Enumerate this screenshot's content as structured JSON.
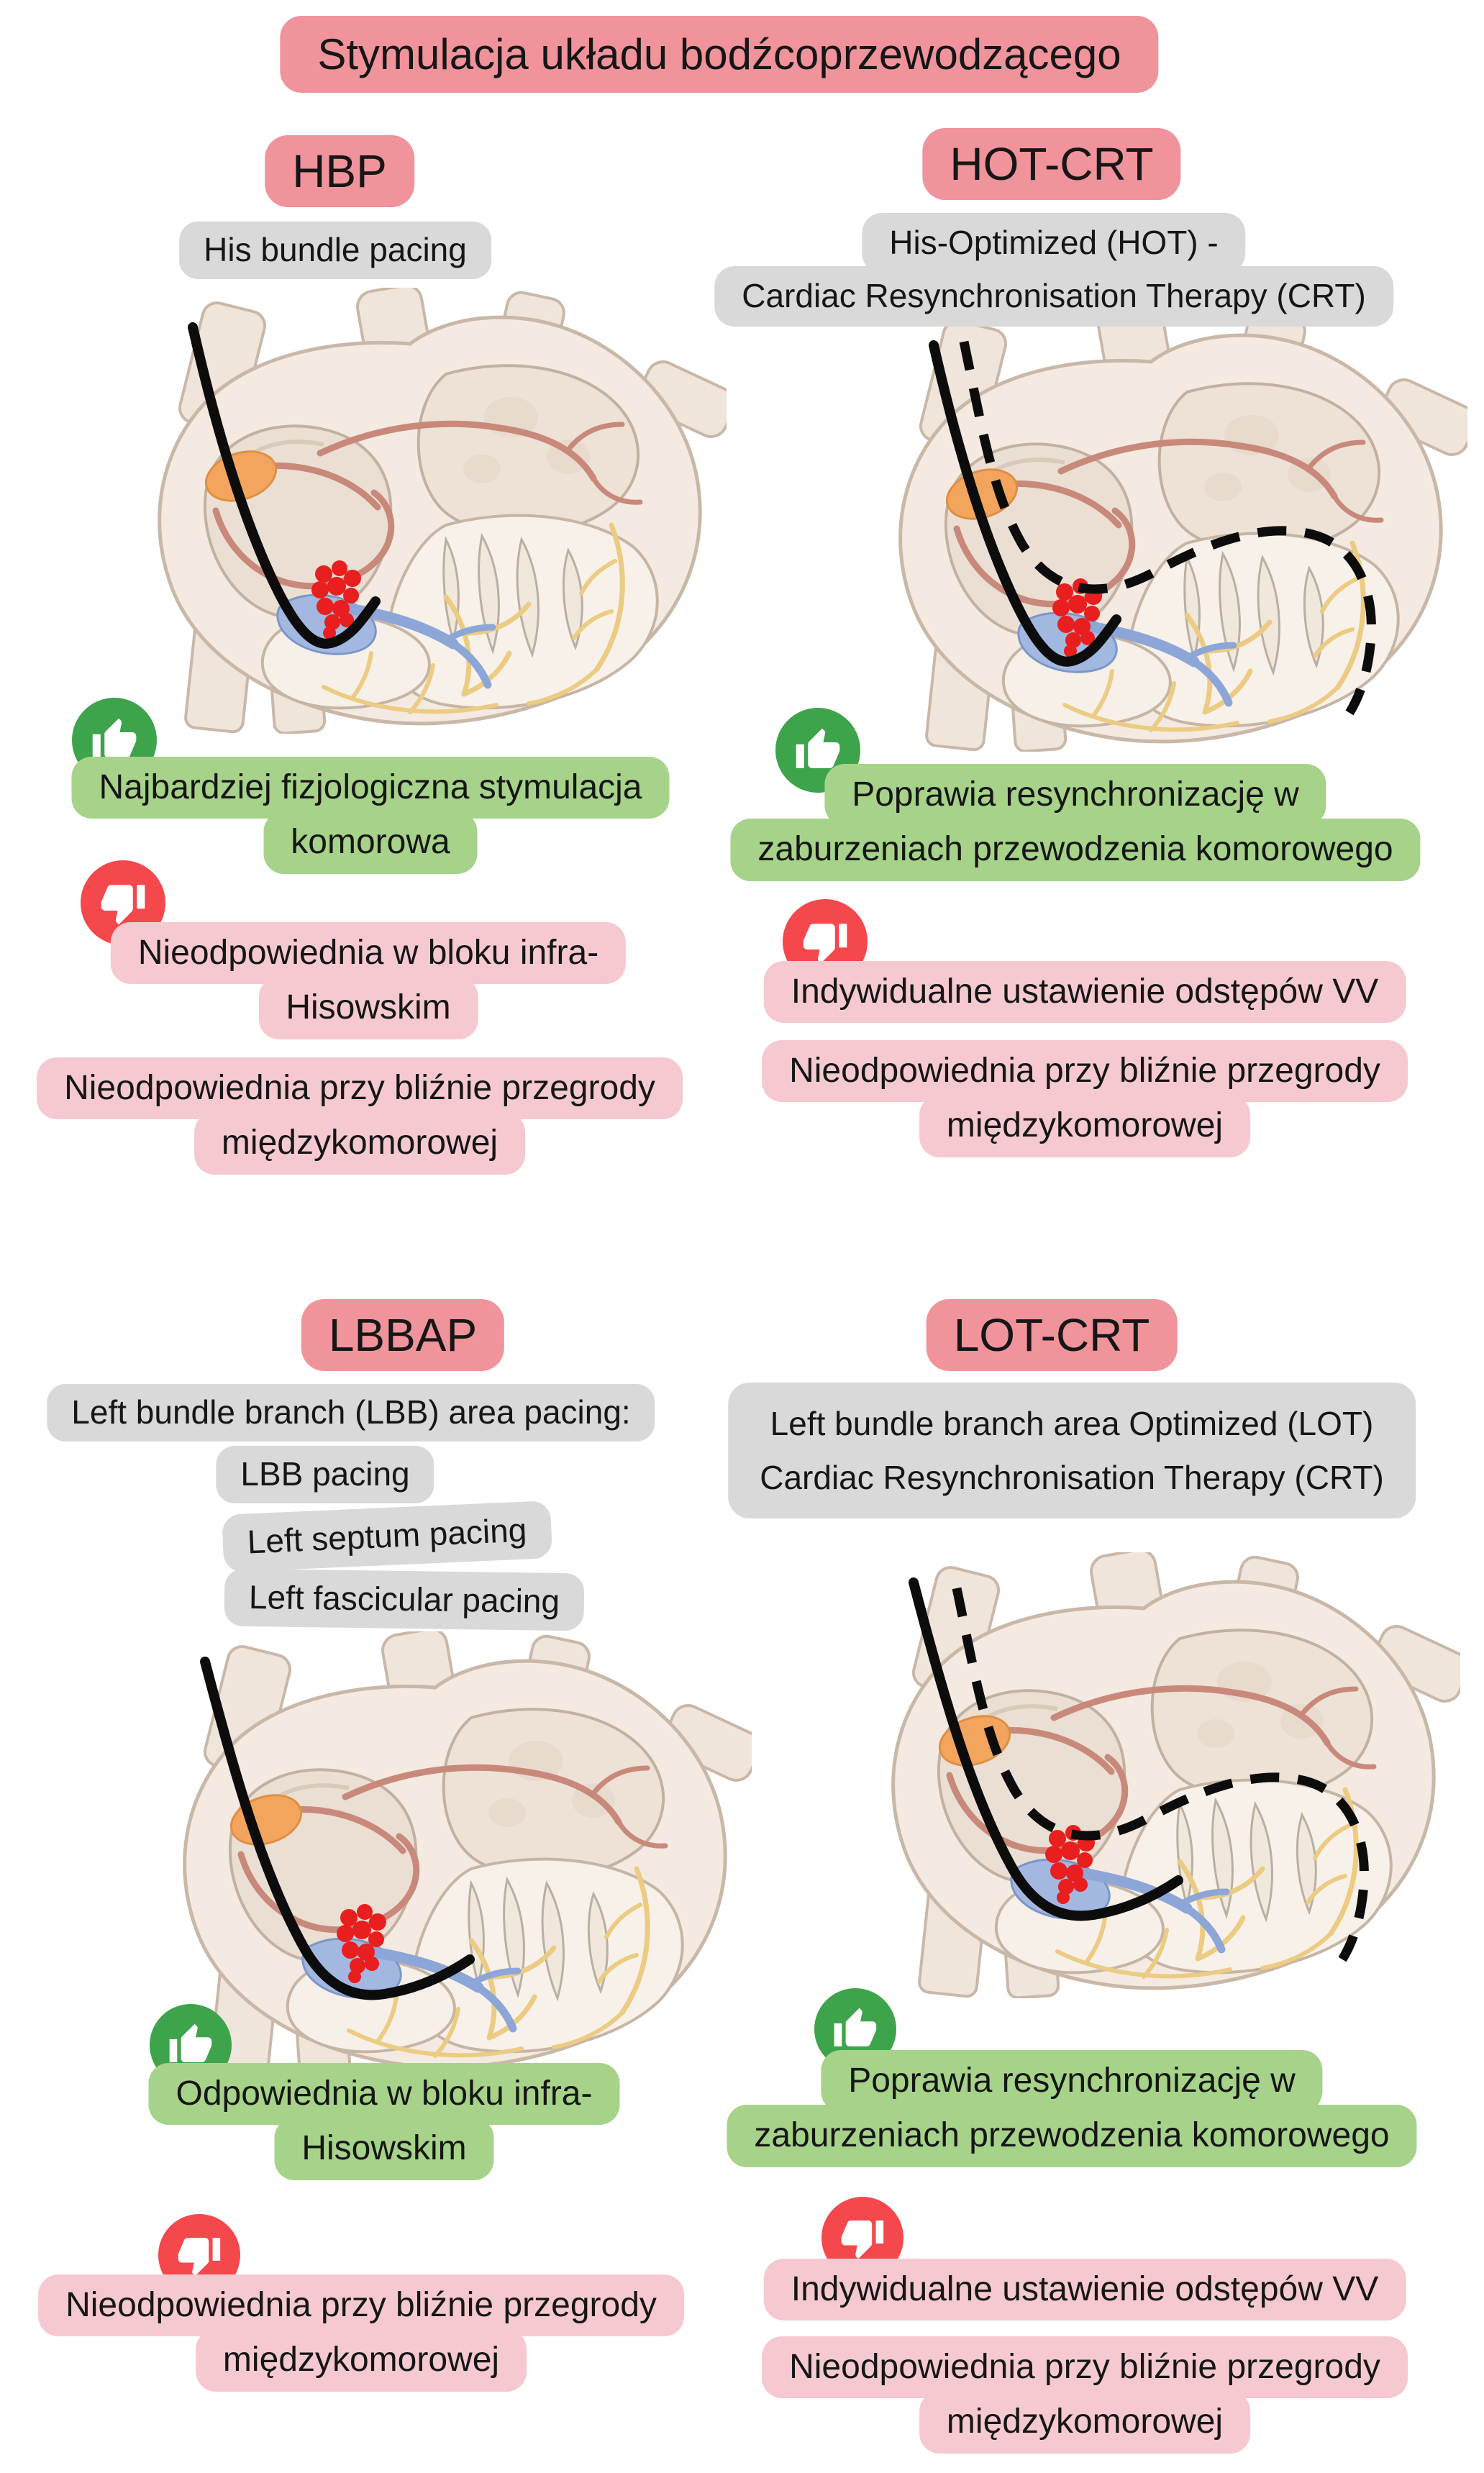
{
  "title": "Stymulacja układu bodźcoprzewodzącego",
  "colors": {
    "header_pink": "#F0939B",
    "gray_pill": "#D9D9D9",
    "green_box": "#A6D389",
    "pink_box": "#F6C9D1",
    "thumb_up_green": "#3EA44B",
    "thumb_down_red": "#F4484C",
    "lead_black": "#0C0C0C",
    "pacing_site_red": "#E91E1E"
  },
  "hbp": {
    "header": "HBP",
    "subtitle": "His bundle pacing",
    "pros1_line1": "Najbardziej fizjologiczna stymulacja",
    "pros1_line2": "komorowa",
    "cons1_line1": "Nieodpowiednia w bloku infra-",
    "cons1_line2": "Hisowskim",
    "cons2_line1": "Nieodpowiednia przy bliźnie przegrody",
    "cons2_line2": "międzykomorowej"
  },
  "hot": {
    "header": "HOT-CRT",
    "subtitle_line1": "His-Optimized (HOT) -",
    "subtitle_line2": "Cardiac Resynchronisation Therapy (CRT)",
    "pros1_line1": "Poprawia resynchronizację w",
    "pros1_line2": "zaburzeniach przewodzenia komorowego",
    "cons1": "Indywidualne ustawienie odstępów VV",
    "cons2_line1": "Nieodpowiednia przy bliźnie przegrody",
    "cons2_line2": "międzykomorowej"
  },
  "lbbap": {
    "header": "LBBAP",
    "subtitle1": "Left bundle branch (LBB) area pacing:",
    "subtitle2": "LBB pacing",
    "subtitle3": "Left septum pacing",
    "subtitle4": "Left fascicular pacing",
    "pros1_line1": "Odpowiednia w bloku infra-",
    "pros1_line2": "Hisowskim",
    "cons1_line1": "Nieodpowiednia przy bliźnie przegrody",
    "cons1_line2": "międzykomorowej"
  },
  "lot": {
    "header": "LOT-CRT",
    "subtitle_line1": "Left bundle branch area Optimized (LOT)",
    "subtitle_line2": "Cardiac Resynchronisation Therapy (CRT)",
    "pros1_line1": "Poprawia resynchronizację w",
    "pros1_line2": "zaburzeniach przewodzenia komorowego",
    "cons1": "Indywidualne ustawienie odstępów VV",
    "cons2_line1": "Nieodpowiednia przy bliźnie przegrody",
    "cons2_line2": "międzykomorowej"
  }
}
